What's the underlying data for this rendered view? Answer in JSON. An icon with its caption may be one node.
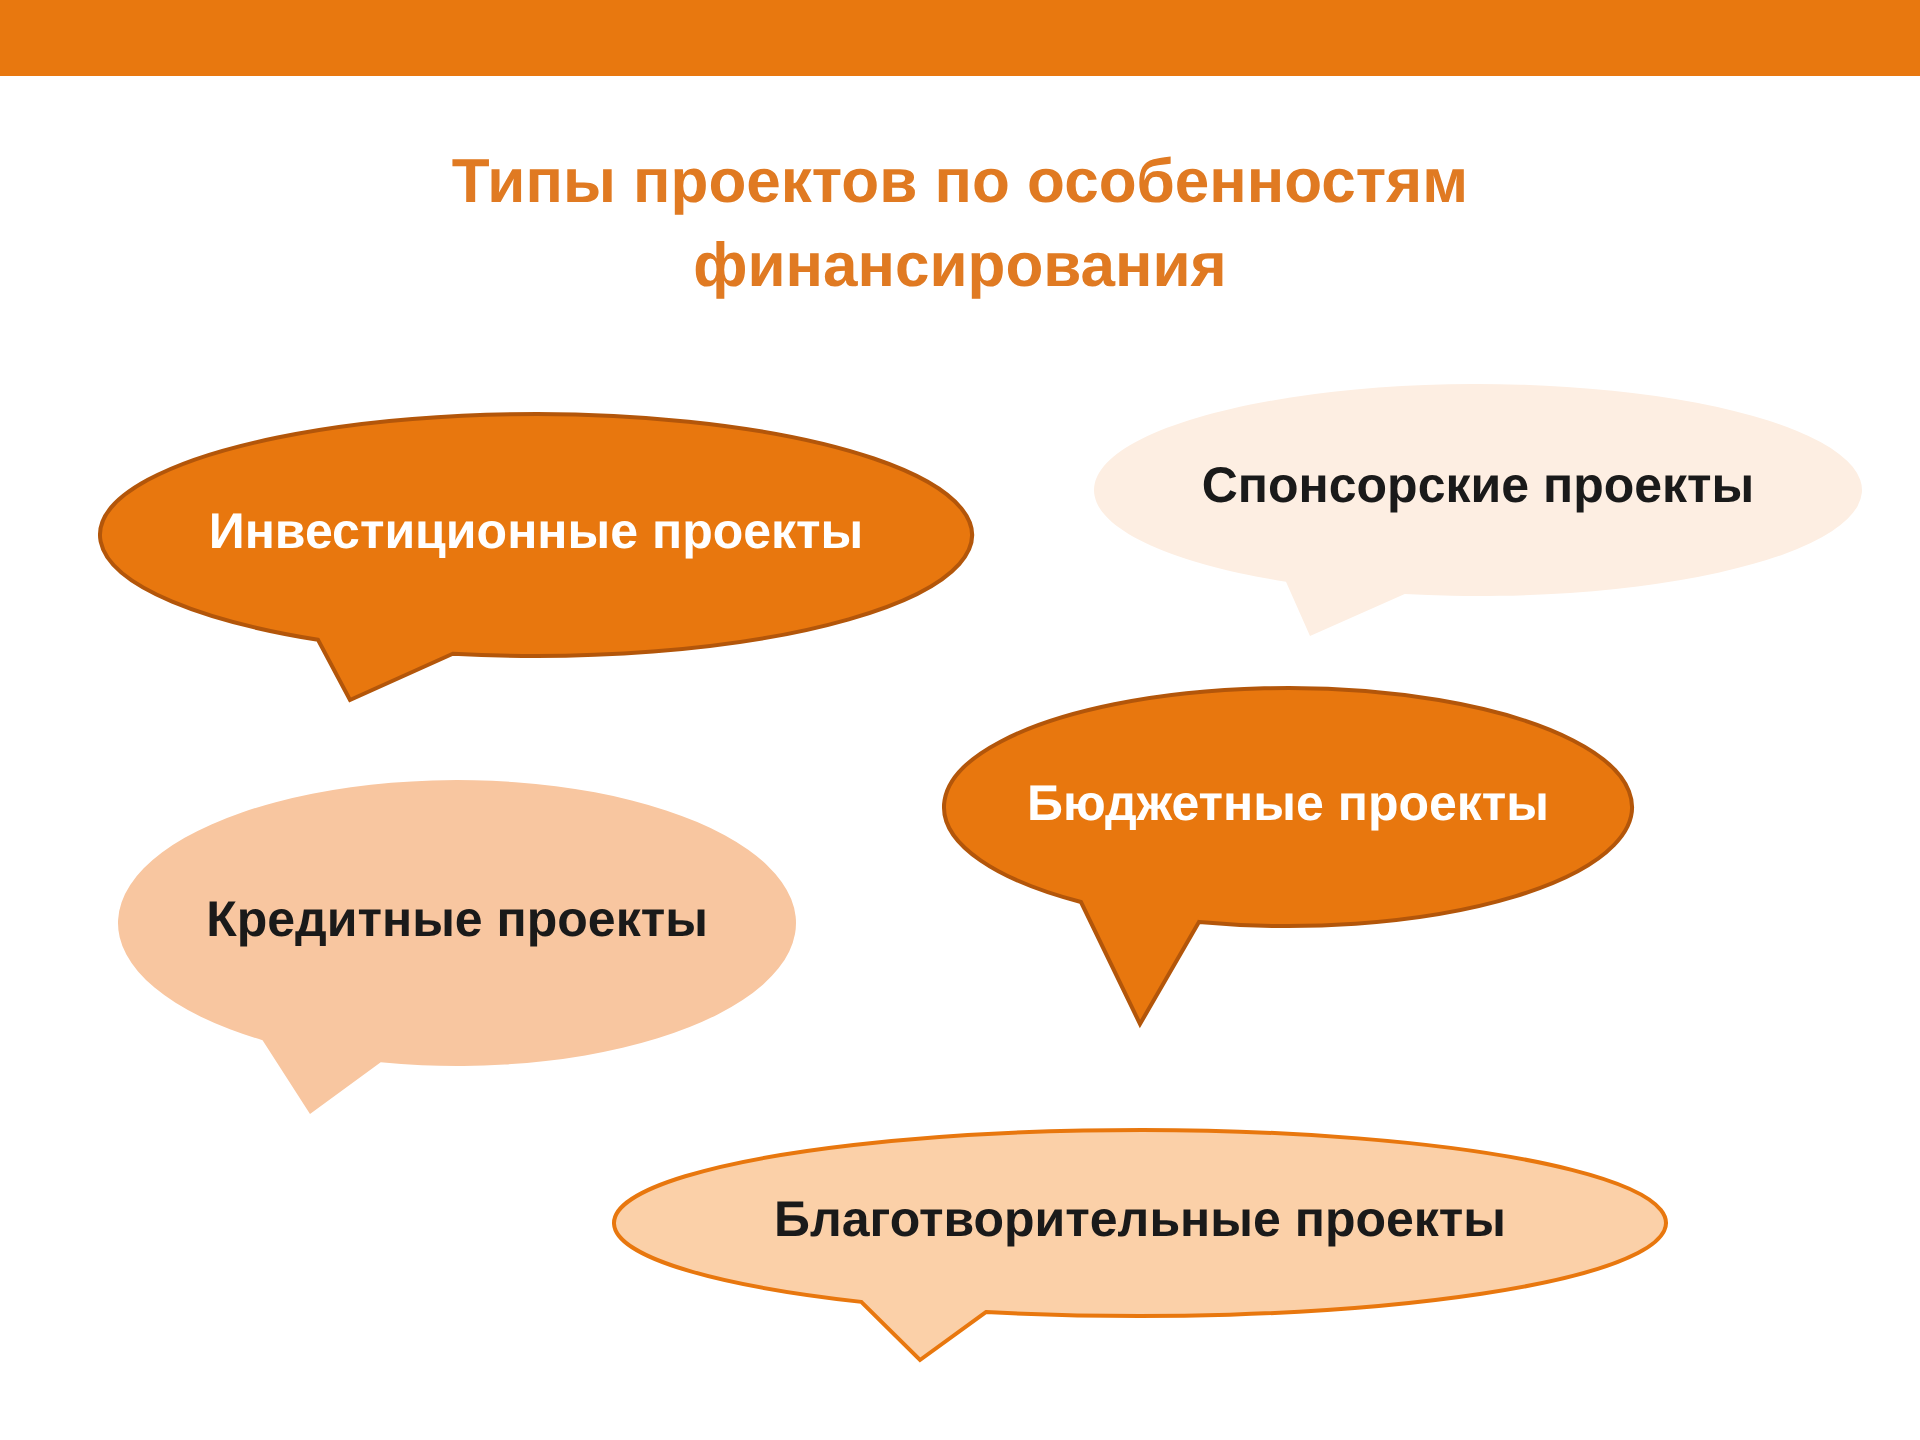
{
  "diagram": {
    "title": "Типы проектов по особенностям финансирования",
    "nodes": [
      {
        "text": [
          "Инвестиционные проекты"
        ]
      },
      {
        "text": [
          "Спонсорские проекты"
        ]
      },
      {
        "text": [
          "Бюджетные проекты"
        ]
      },
      {
        "text": [
          "Кредитные проекты"
        ]
      },
      {
        "text": [
          "Благотворительные проекты"
        ]
      }
    ]
  }
}
